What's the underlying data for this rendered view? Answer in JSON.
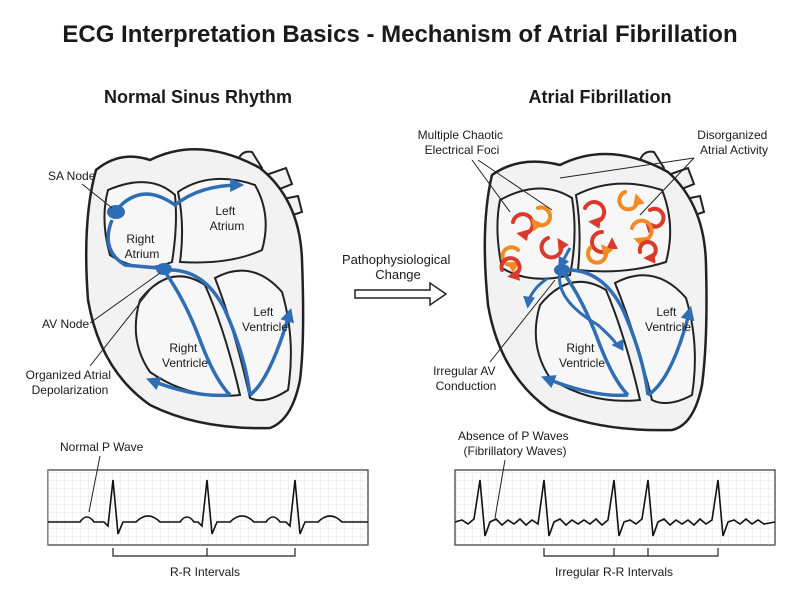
{
  "title": "ECG Interpretation Basics - Mechanism of Atrial Fibrillation",
  "left_panel": {
    "heading": "Normal Sinus Rhythm",
    "labels": {
      "sa_node": "SA Node",
      "right_atrium": [
        "Right",
        "Atrium"
      ],
      "left_atrium": [
        "Left",
        "Atrium"
      ],
      "av_node": "AV Node",
      "left_ventricle": [
        "Left",
        "Ventricle"
      ],
      "right_ventricle": [
        "Right",
        "Ventricle"
      ],
      "organized": [
        "Organized Atrial",
        "Depolarization"
      ]
    },
    "ecg": {
      "p_wave_label": "Normal P Wave",
      "rr_label": "R-R Intervals"
    }
  },
  "transition": {
    "label": [
      "Pathophysiological",
      "Change"
    ]
  },
  "right_panel": {
    "heading": "Atrial Fibrillation",
    "labels": {
      "chaotic": [
        "Multiple Chaotic",
        "Electrical Foci"
      ],
      "disorganized": [
        "Disorganized",
        "Atrial Activity"
      ],
      "left_ventricle": [
        "Left",
        "Ventricle"
      ],
      "right_ventricle": [
        "Right",
        "Ventricle"
      ],
      "irregular_av": [
        "Irregular AV",
        "Conduction"
      ]
    },
    "ecg": {
      "absence_label": [
        "Absence of P Waves",
        "(Fibrillatory Waves)"
      ],
      "rr_label": "Irregular R-R Intervals"
    }
  },
  "colors": {
    "conduction": "#2f6db5",
    "chaos_red": "#d93a2b",
    "chaos_orange": "#f08a24",
    "outline": "#222222",
    "fill": "#f2f2f2"
  }
}
